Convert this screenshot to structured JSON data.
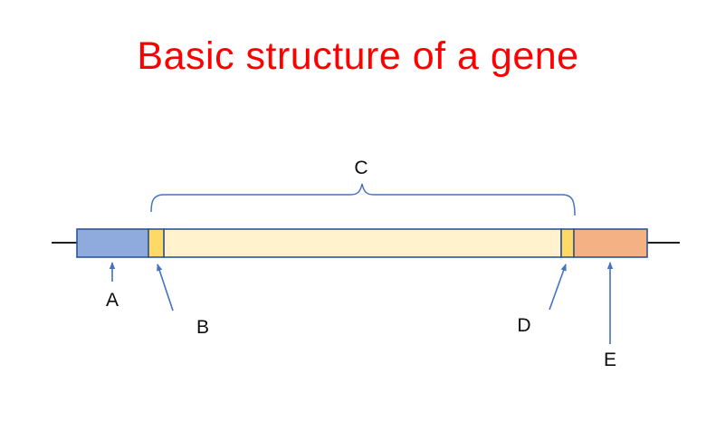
{
  "title": {
    "text": "Basic structure of a gene",
    "color": "#ff0000"
  },
  "annotations": {
    "a": "A",
    "b": "B",
    "c": "C",
    "d": "D",
    "e": "E"
  },
  "segments": [
    {
      "annotation": "A",
      "fill": "#8FAADC"
    },
    {
      "annotation": "B",
      "fill": "#FFD966"
    },
    {
      "annotation": "C",
      "fill": "#FFF2CC"
    },
    {
      "annotation": "D",
      "fill": "#FFD966"
    },
    {
      "annotation": "E",
      "fill": "#F4B183"
    }
  ],
  "colors": {
    "segment_border": "#2F5597",
    "arrow": "#4472C4",
    "brace": "#4472C4",
    "baseline": "#000000",
    "annotation_text": "#0d0d0d"
  }
}
